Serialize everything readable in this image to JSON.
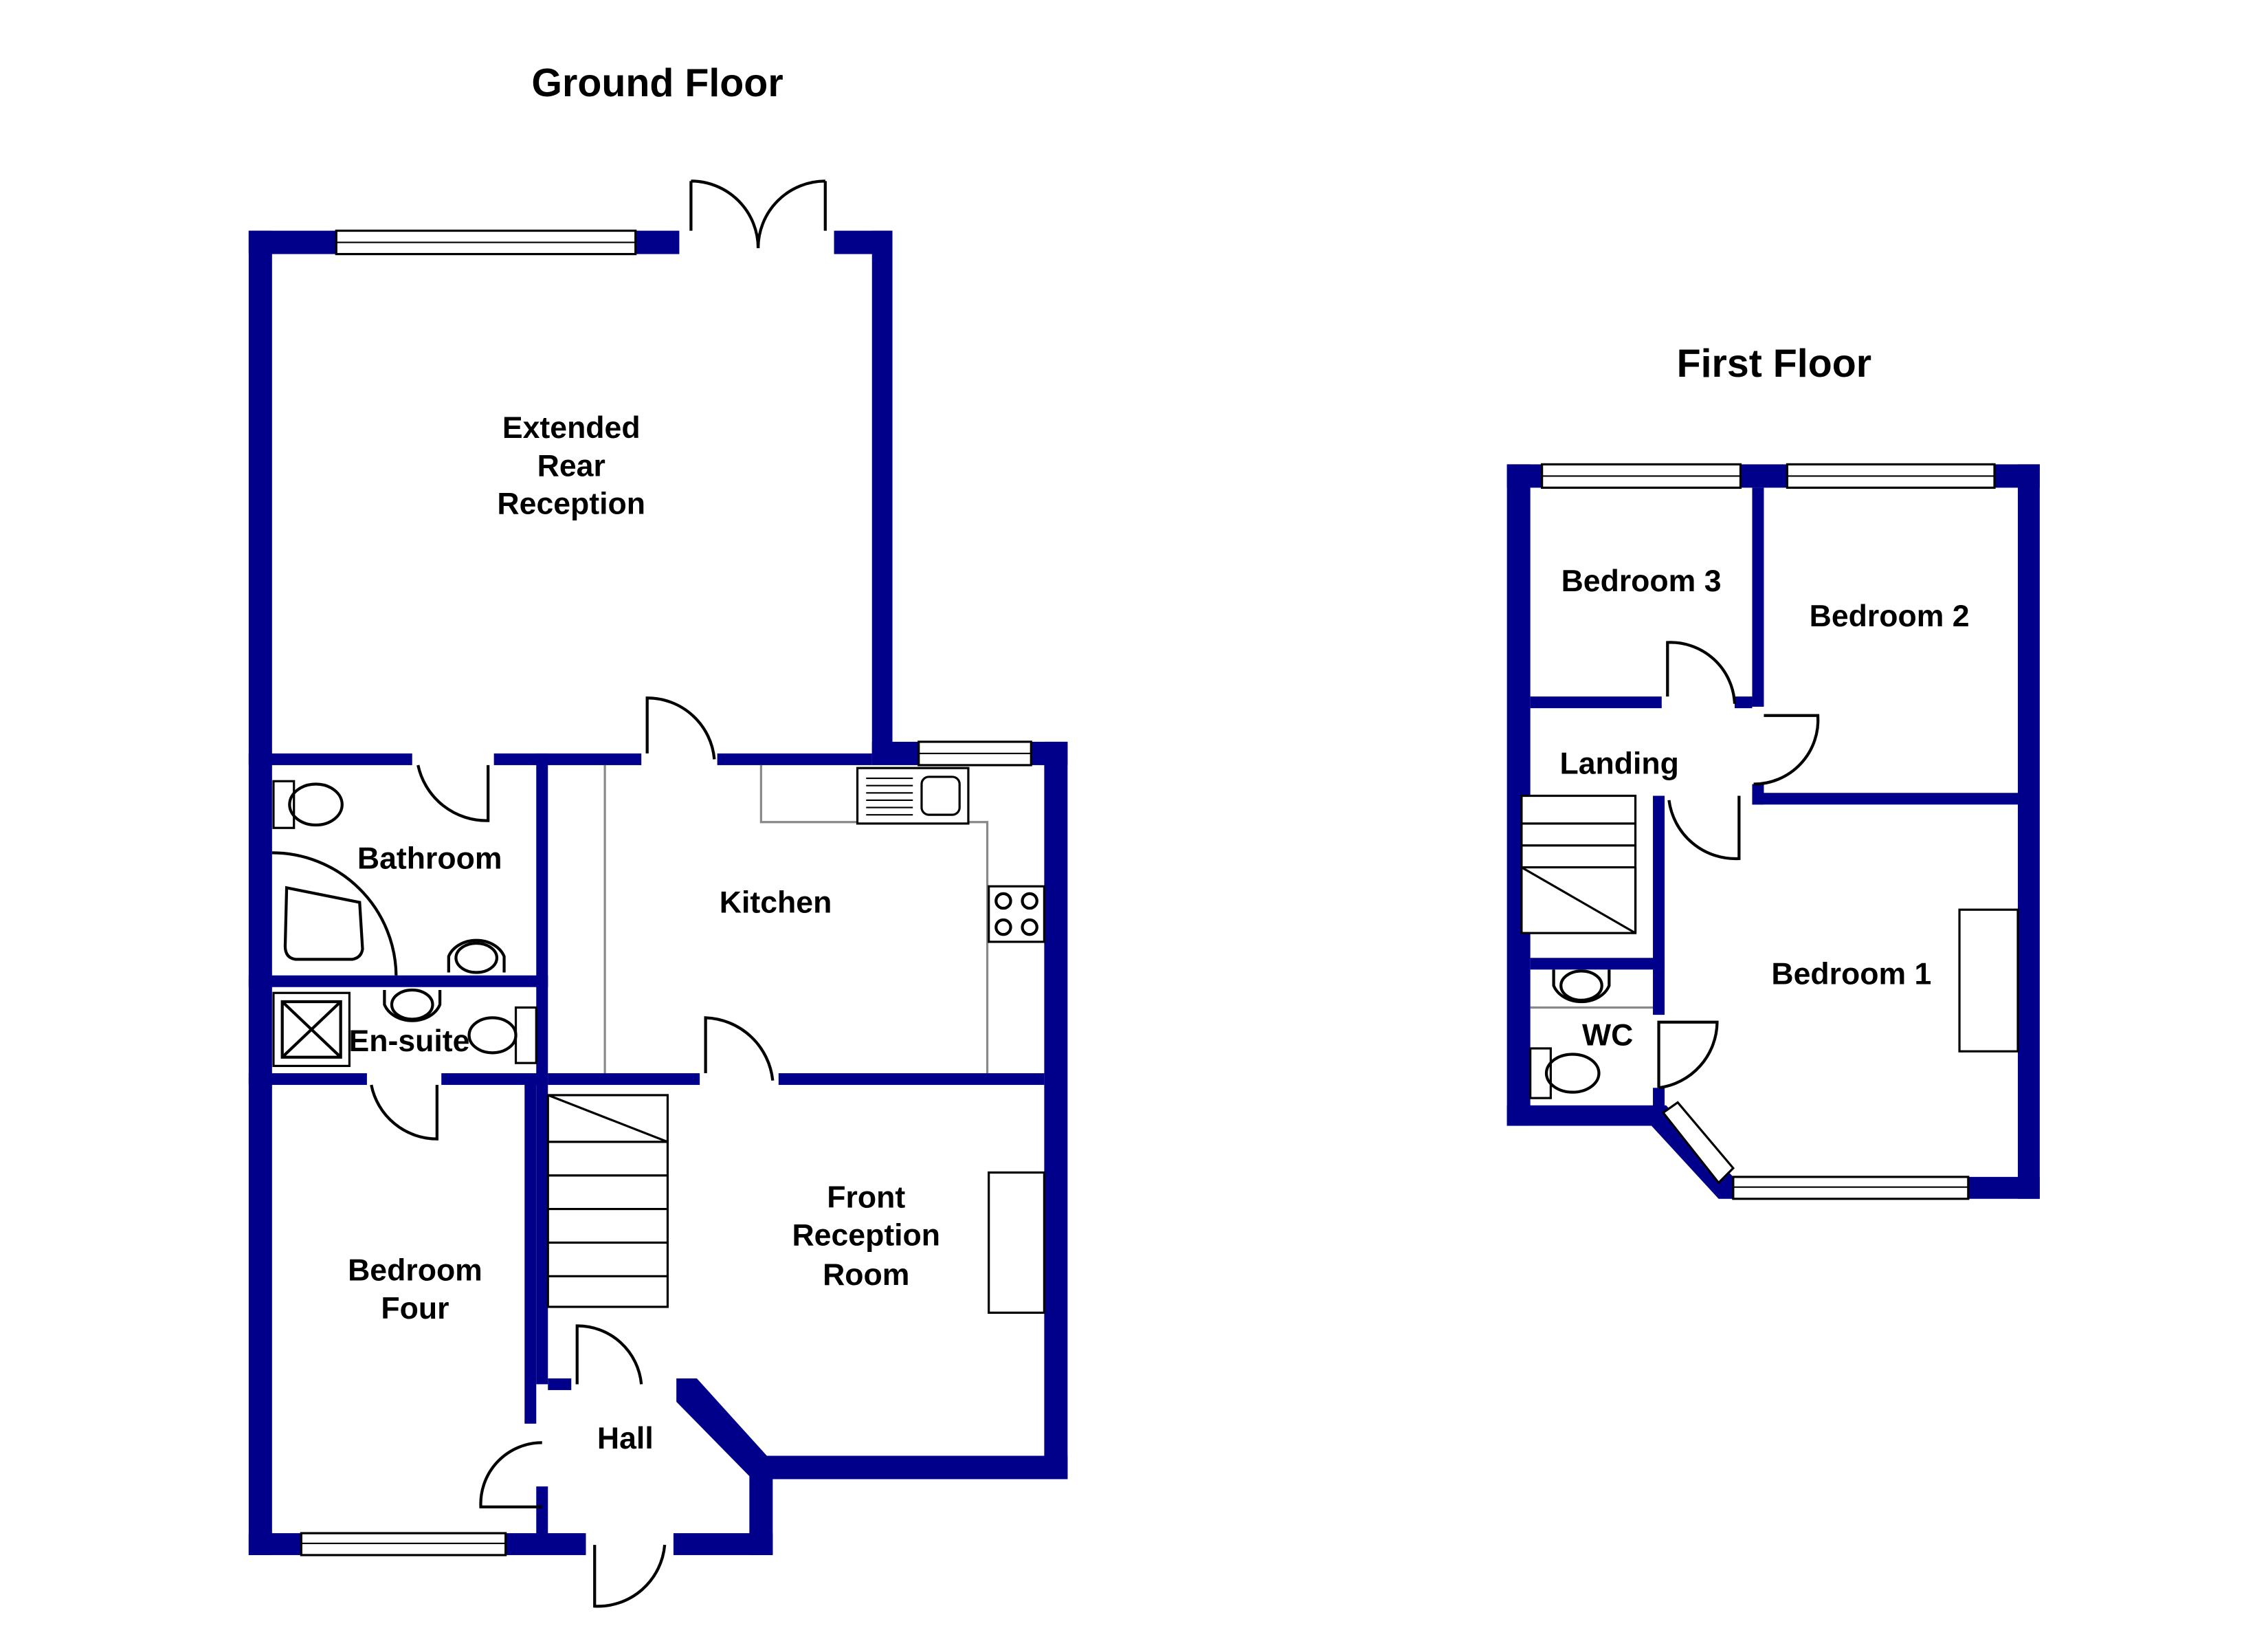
{
  "floors": {
    "ground": {
      "title": "Ground Floor",
      "rooms": {
        "extended_rear_reception": [
          "Extended",
          "Rear",
          "Reception"
        ],
        "bathroom": "Bathroom",
        "kitchen": "Kitchen",
        "en_suite": "En-suite",
        "bedroom_four": [
          "Bedroom",
          "Four"
        ],
        "front_reception_room": [
          "Front",
          "Reception",
          "Room"
        ],
        "hall": "Hall"
      }
    },
    "first": {
      "title": "First Floor",
      "rooms": {
        "bedroom_3": "Bedroom 3",
        "bedroom_2": "Bedroom 2",
        "landing": "Landing",
        "bedroom_1": "Bedroom 1",
        "wc": "WC"
      }
    }
  },
  "colors": {
    "wall": "#00008B",
    "fixture_line": "#000000"
  }
}
